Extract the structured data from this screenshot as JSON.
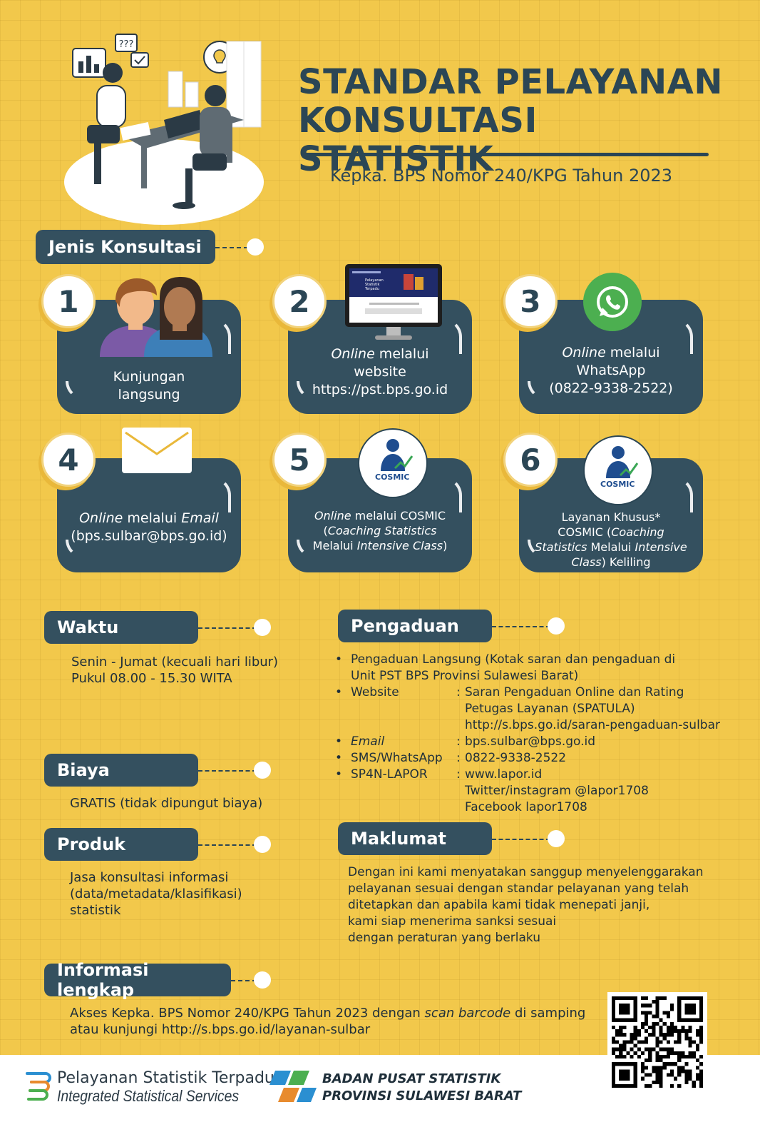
{
  "header": {
    "title_line1": "STANDAR PELAYANAN",
    "title_line2": "KONSULTASI STATISTIK",
    "subtitle": "Kepka. BPS Nomor 240/KPG Tahun 2023"
  },
  "jenis": {
    "label": "Jenis Konsultasi",
    "cards": [
      {
        "num": "1",
        "lines": [
          "Kunjungan",
          "langsung"
        ]
      },
      {
        "num": "2",
        "l1_italic": "Online",
        "l1_rest": " melalui",
        "l2": "website",
        "l3": "https://pst.bps.go.id"
      },
      {
        "num": "3",
        "l1_italic": "Online",
        "l1_rest": " melalui",
        "l2": "WhatsApp",
        "l3": "(0822-9338-2522)"
      },
      {
        "num": "4",
        "l1_italic": "Online",
        "l1_mid": " melalui ",
        "l1_italic2": "Email",
        "l2": "(bps.sulbar@bps.go.id)"
      },
      {
        "num": "5",
        "l1_italic": "Online",
        "l1_rest": " melalui COSMIC",
        "l2_open": "(",
        "l2_italic": "Coaching Statistics",
        "l3_rest": "Melalui ",
        "l3_italic": "Intensive Class",
        "l3_close": ")",
        "badge": "COSMIC"
      },
      {
        "num": "6",
        "l1": "Layanan Khusus*",
        "l2_rest": "COSMIC (",
        "l2_italic": "Coaching",
        "l3_italic": "Statistics",
        "l3_mid": " Melalui ",
        "l3_italic2": "Intensive",
        "l4_italic": "Class",
        "l4_rest": ") Keliling",
        "badge": "COSMIC"
      }
    ],
    "website_heading": "Pelayanan Statistik Terpadu"
  },
  "waktu": {
    "label": "Waktu",
    "line1": "Senin - Jumat (kecuali hari libur)",
    "line2": "Pukul 08.00 - 15.30 WITA"
  },
  "biaya": {
    "label": "Biaya",
    "text": "GRATIS (tidak dipungut biaya)"
  },
  "produk": {
    "label": "Produk",
    "line1": "Jasa konsultasi informasi",
    "line2": "(data/metadata/klasifikasi)",
    "line3": "statistik"
  },
  "pengaduan": {
    "label": "Pengaduan",
    "bullet": "•",
    "langsung1": "Pengaduan Langsung (Kotak saran dan pengaduan di",
    "langsung2": "Unit PST BPS Provinsi Sulawesi Barat)",
    "items": [
      {
        "name": "Website",
        "sep": ":",
        "lines": [
          "Saran Pengaduan Online dan Rating",
          "Petugas Layanan (SPATULA)",
          "http://s.bps.go.id/saran-pengaduan-sulbar"
        ]
      },
      {
        "name": "Email",
        "sep": ":",
        "lines": [
          "bps.sulbar@bps.go.id"
        ]
      },
      {
        "name": "SMS/WhatsApp",
        "sep": ":",
        "lines": [
          "0822-9338-2522"
        ]
      },
      {
        "name": "SP4N-LAPOR",
        "sep": ":",
        "lines": [
          "www.lapor.id",
          "Twitter/instagram @lapor1708",
          "Facebook lapor1708"
        ]
      }
    ]
  },
  "maklumat": {
    "label": "Maklumat",
    "lines": [
      "Dengan ini kami menyatakan sanggup menyelenggarakan",
      "pelayanan sesuai dengan standar pelayanan yang telah",
      "ditetapkan dan apabila kami tidak menepati janji,",
      "kami siap menerima sanksi sesuai",
      "dengan peraturan yang berlaku"
    ]
  },
  "info": {
    "label": "Informasi lengkap",
    "line1_a": "Akses Kepka. BPS Nomor 240/KPG Tahun 2023 dengan ",
    "line1_italic": "scan barcode",
    "line1_b": " di samping",
    "line2": "atau kunjungi http://s.bps.go.id/layanan-sulbar"
  },
  "footer": {
    "pst_line1": "Pelayanan Statistik Terpadu",
    "pst_line2": "Integrated Statistical Services",
    "bps_line1": "BADAN PUSAT STATISTIK",
    "bps_line2": "PROVINSI SULAWESI BARAT"
  },
  "colors": {
    "background": "#f2c84b",
    "navy": "#34505f",
    "title": "#2b4655",
    "whatsapp": "#4caf50"
  }
}
